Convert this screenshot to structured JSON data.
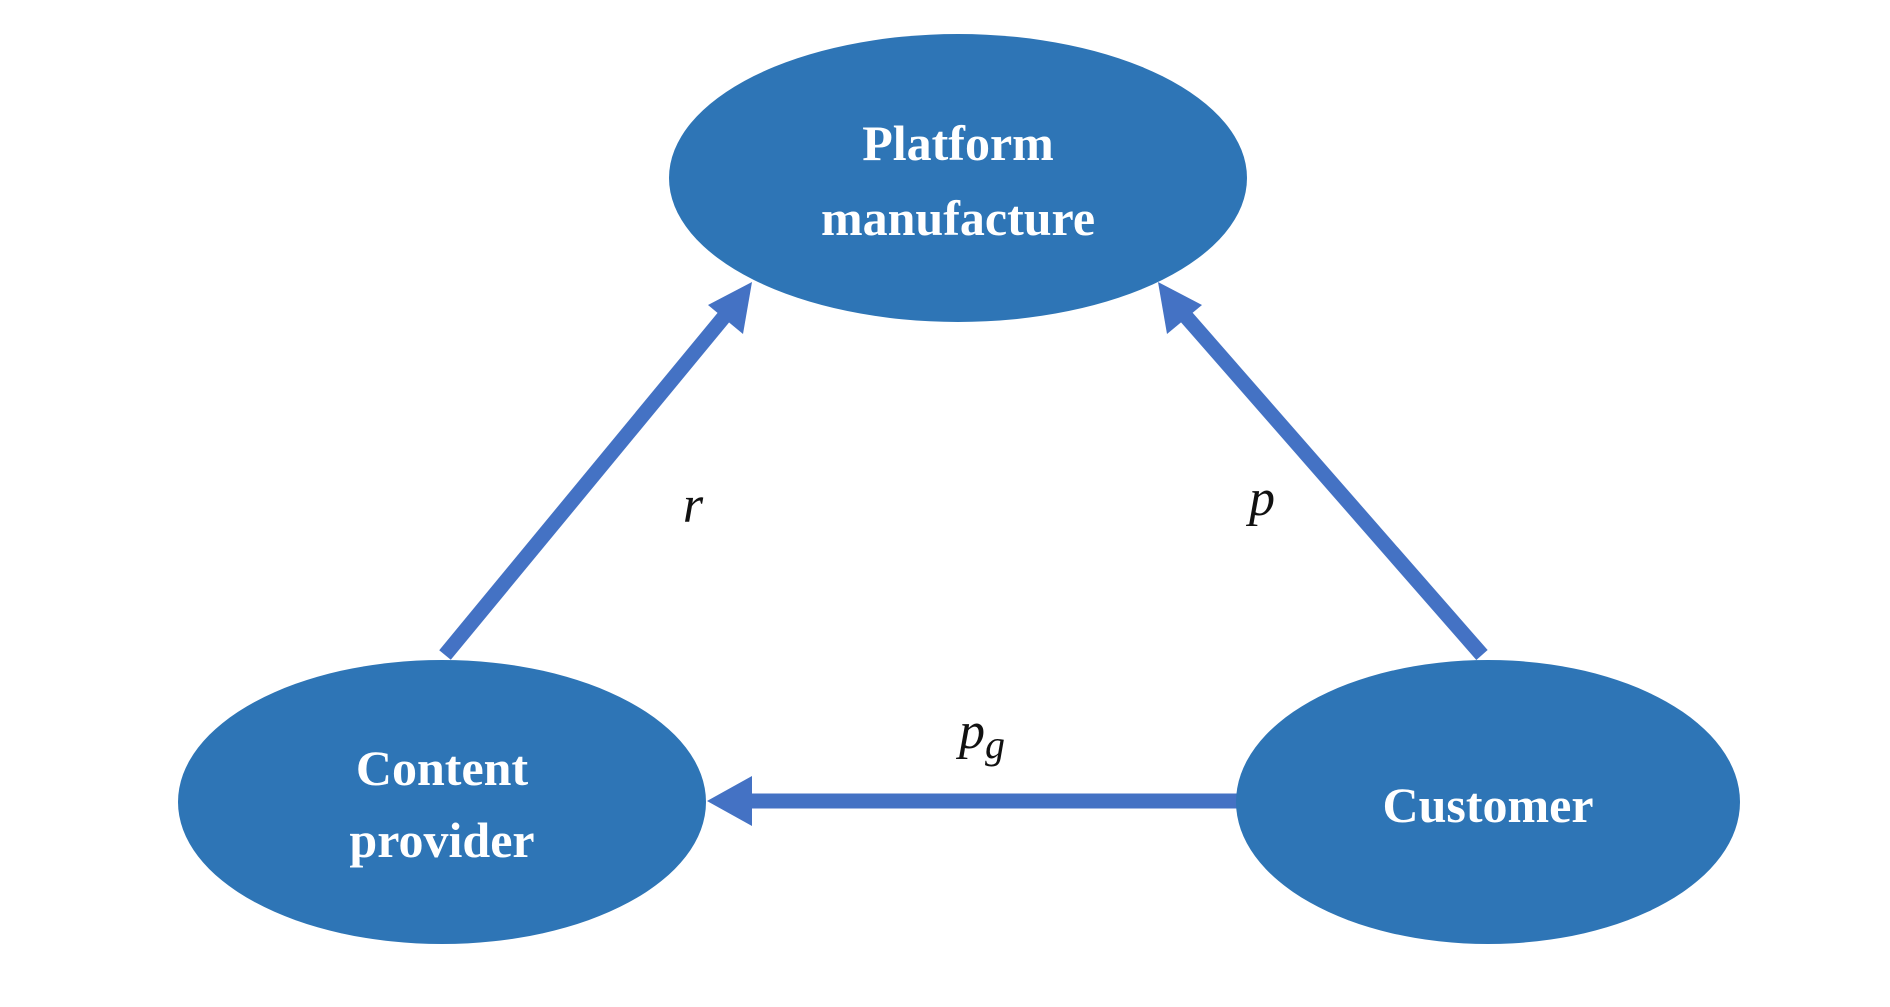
{
  "diagram": {
    "type": "flow",
    "colors": {
      "node_fill": "#2E75B6",
      "node_text": "#FFFFFF",
      "edge": "#4472C4",
      "label_text": "#111111"
    },
    "nodes": [
      {
        "id": "platform",
        "lines": [
          "Platform",
          "manufacture"
        ]
      },
      {
        "id": "content",
        "lines": [
          "Content",
          "provider"
        ]
      },
      {
        "id": "customer",
        "lines": [
          "Customer"
        ]
      }
    ],
    "edges": [
      {
        "from": "content",
        "to": "platform",
        "label": "r",
        "label_sub": ""
      },
      {
        "from": "customer",
        "to": "platform",
        "label": "p",
        "label_sub": ""
      },
      {
        "from": "customer",
        "to": "content",
        "label": "p",
        "label_sub": "g"
      }
    ]
  }
}
